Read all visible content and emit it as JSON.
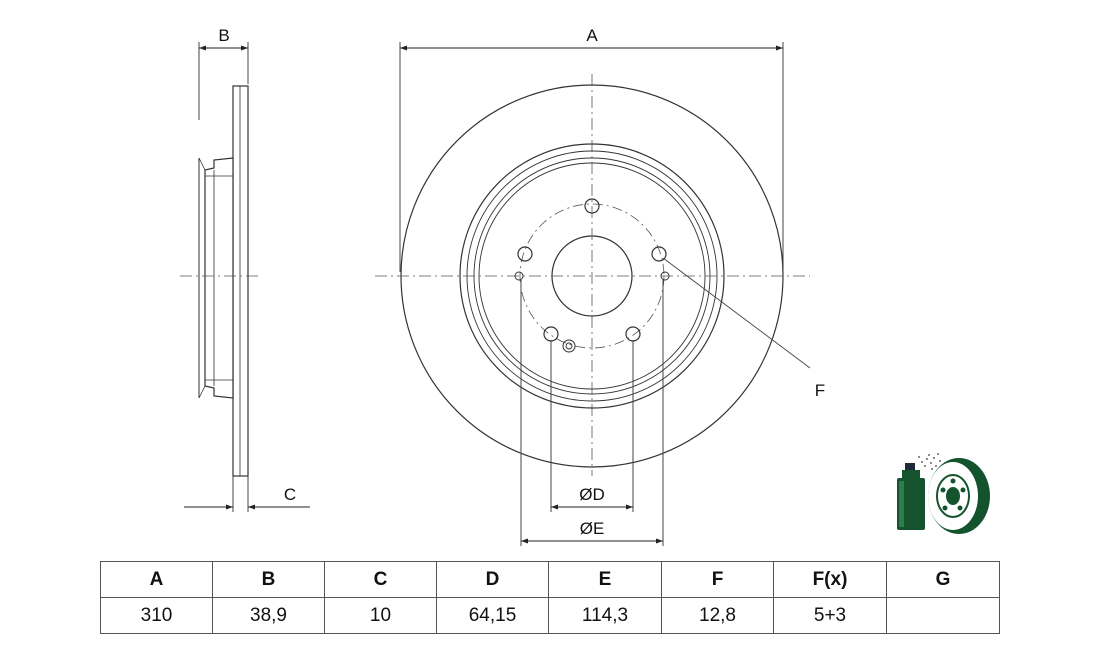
{
  "drawing": {
    "labels": {
      "a": "A",
      "b": "B",
      "c": "C",
      "d": "ØD",
      "e": "ØE",
      "f": "F"
    },
    "icon": "protective-coating-spray-disc-icon"
  },
  "table": {
    "headers": [
      "A",
      "B",
      "C",
      "D",
      "E",
      "F",
      "F(x)",
      "G"
    ],
    "values": [
      "310",
      "38,9",
      "10",
      "64,15",
      "114,3",
      "12,8",
      "5+3",
      ""
    ]
  }
}
